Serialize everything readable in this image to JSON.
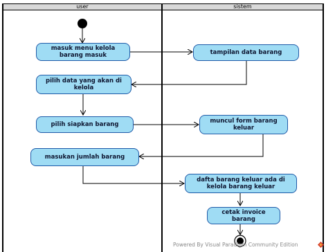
{
  "lanes": [
    {
      "name": "user"
    },
    {
      "name": "sistem"
    }
  ],
  "nodes": {
    "masuk_menu": "masuk menu kelola\nbarang masuk",
    "tampilan_data": "tampilan data barang",
    "pilih_data": "pilih data yang akan di\nkelola",
    "pilih_siapkan": "pilih siapkan barang",
    "muncul_form": "muncul form barang\nkeluar",
    "masukan_jumlah": "masukan jumlah barang",
    "dafta_barang": "dafta barang keluar ada di\nkelola barang keluar",
    "cetak_invoice": "cetak invoice barang"
  },
  "footer": "Powered By Visual Paradigm Community Edition",
  "colors": {
    "node_fill": "#9fdcf4",
    "node_border": "#1f5aa8",
    "header_fill": "#d9d9d9"
  }
}
